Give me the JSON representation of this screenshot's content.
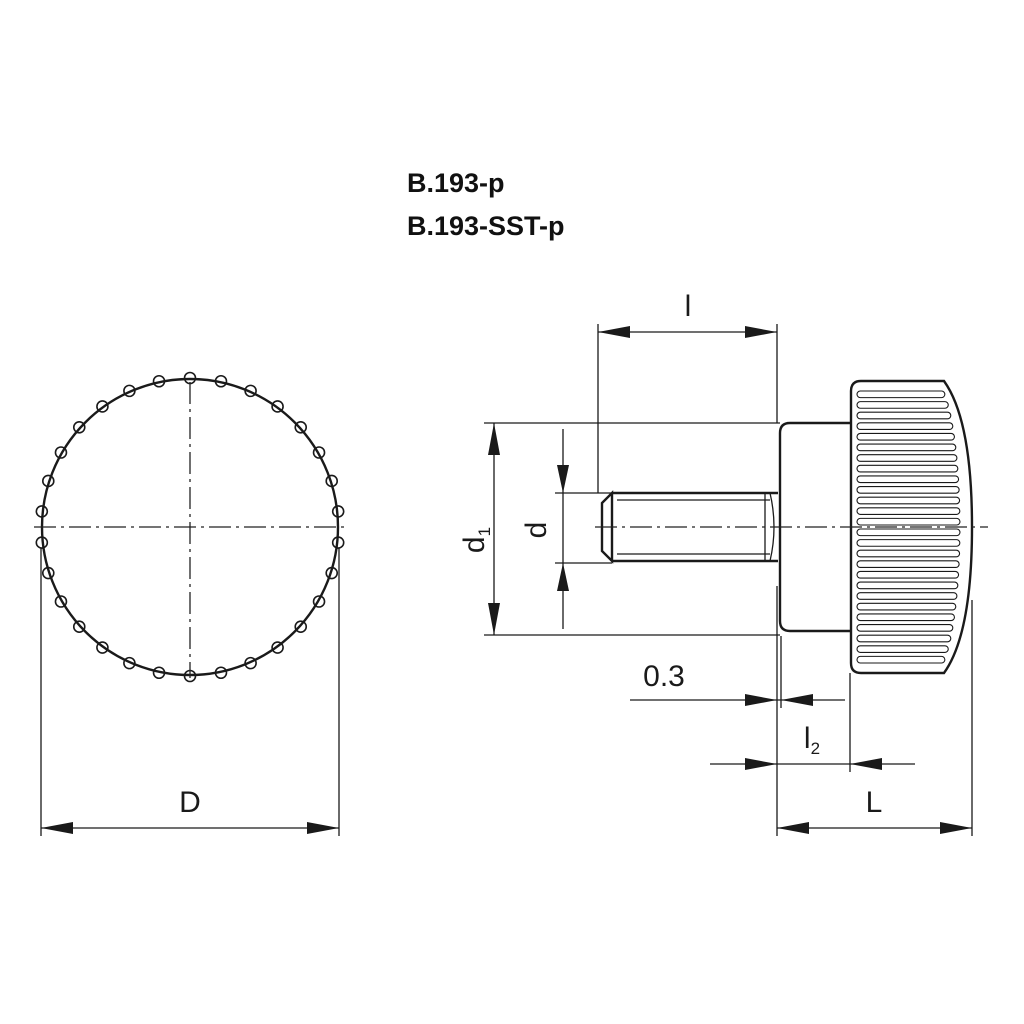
{
  "titles": [
    "B.193-p",
    "B.193-SST-p"
  ],
  "dimensions": {
    "D": "D",
    "l": "l",
    "d1_main": "d",
    "d1_sub": "1",
    "d": "d",
    "gap": "0.3",
    "l2_main": "l",
    "l2_sub": "2",
    "L": "L"
  },
  "front_view": {
    "knurl_bumps": 30
  },
  "side_view": {
    "knurl_ribs": 26
  },
  "colors": {
    "line": "#1a1a1a",
    "background": "#ffffff"
  }
}
